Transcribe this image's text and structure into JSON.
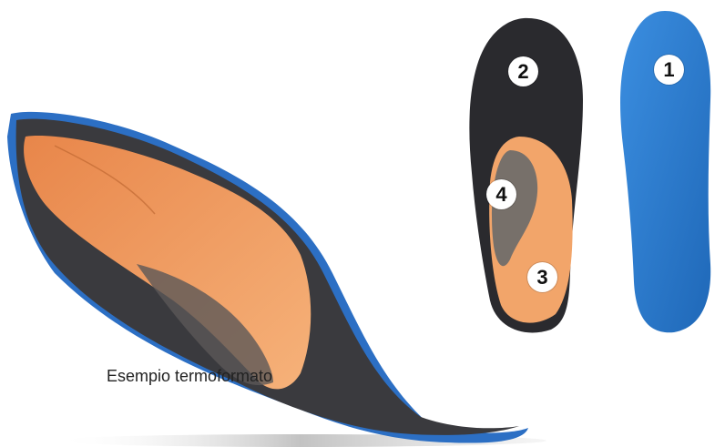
{
  "caption": "Esempio termoformato",
  "labels": {
    "layer_1": "1",
    "layer_2": "2",
    "layer_3": "3",
    "layer_4": "4"
  },
  "colors": {
    "blue_base": "#2f7fd1",
    "dark_top": "#2a2a2e",
    "orange_insert": "#f0a468",
    "gray_insert": "#6e6a66"
  },
  "image_description": ""
}
